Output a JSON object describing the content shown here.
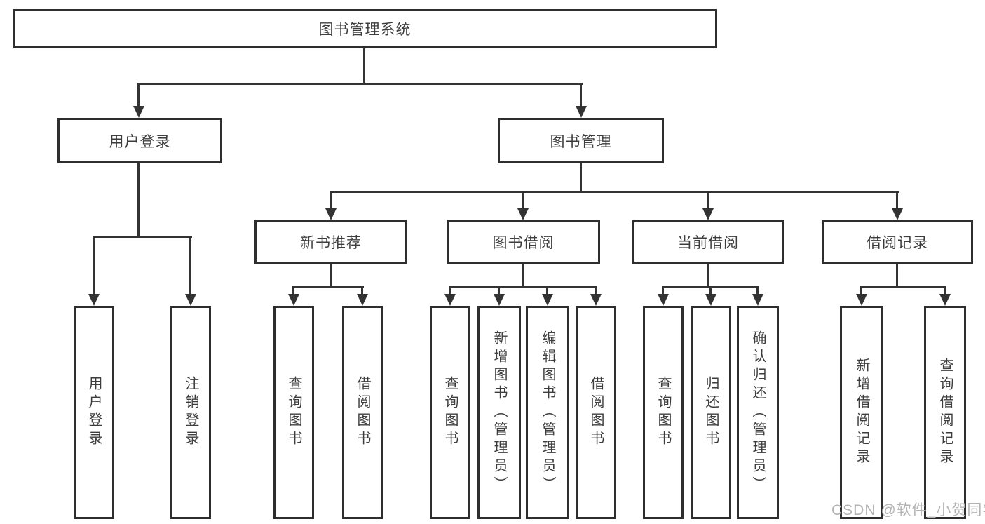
{
  "colors": {
    "line": "#333333",
    "border": "#2e2e2e",
    "text": "#3d3d3d",
    "wm": "#b3b3b3",
    "bg": "#ffffff"
  },
  "watermark": "CSDN @软件_小贺同学",
  "tree": {
    "label": "图书管理系统",
    "children": [
      {
        "label": "用户登录",
        "children": [
          {
            "label": "用户登录"
          },
          {
            "label": "注销登录"
          }
        ]
      },
      {
        "label": "图书管理",
        "children": [
          {
            "label": "新书推荐",
            "children": [
              {
                "label": "查询图书"
              },
              {
                "label": "借阅图书"
              }
            ]
          },
          {
            "label": "图书借阅",
            "children": [
              {
                "label": "查询图书"
              },
              {
                "label": "新增图书（管理员）"
              },
              {
                "label": "编辑图书（管理员）"
              },
              {
                "label": "借阅图书"
              }
            ]
          },
          {
            "label": "当前借阅",
            "children": [
              {
                "label": "查询图书"
              },
              {
                "label": "归还图书"
              },
              {
                "label": "确认归还（管理员）"
              }
            ]
          },
          {
            "label": "借阅记录",
            "children": [
              {
                "label": "新增借阅记录"
              },
              {
                "label": "查询借阅记录"
              }
            ]
          }
        ]
      }
    ]
  }
}
